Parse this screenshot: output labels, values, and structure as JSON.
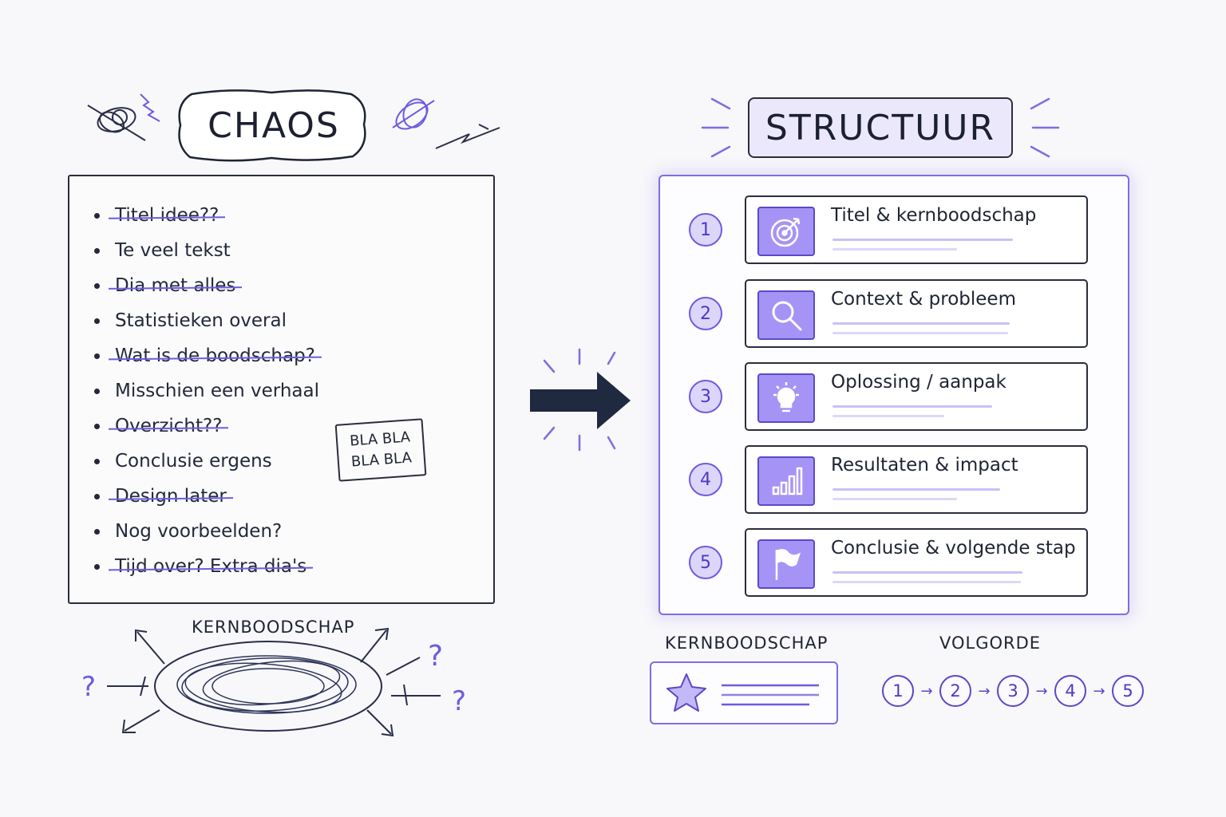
{
  "chaos": {
    "title": "CHAOS",
    "items": [
      {
        "text": "Titel idee??",
        "struck": true
      },
      {
        "text": "Te veel tekst",
        "struck": false
      },
      {
        "text": "Dia met alles",
        "struck": true
      },
      {
        "text": "Statistieken overal",
        "struck": false
      },
      {
        "text": "Wat is de boodschap?",
        "struck": true
      },
      {
        "text": "Misschien een verhaal",
        "struck": false
      },
      {
        "text": "Overzicht??",
        "struck": true
      },
      {
        "text": "Conclusie ergens",
        "struck": false
      },
      {
        "text": "Design later",
        "struck": true
      },
      {
        "text": "Nog voorbeelden?",
        "struck": false
      },
      {
        "text": "Tijd over? Extra dia's",
        "struck": true
      }
    ],
    "bla_line1": "BLA BLA",
    "bla_line2": "BLA BLA",
    "kernboodschap_label": "KERNBOODSCHAP"
  },
  "structuur": {
    "title": "STRUCTUUR",
    "steps": [
      {
        "num": "1",
        "label": "Titel & kernboodschap",
        "icon": "target-icon"
      },
      {
        "num": "2",
        "label": "Context & probleem",
        "icon": "magnifier-icon"
      },
      {
        "num": "3",
        "label": "Oplossing / aanpak",
        "icon": "lightbulb-icon"
      },
      {
        "num": "4",
        "label": "Resultaten & impact",
        "icon": "bar-chart-icon"
      },
      {
        "num": "5",
        "label": "Conclusie & volgende stap",
        "icon": "flag-icon"
      }
    ],
    "kernboodschap_label": "KERNBOODSCHAP",
    "volgorde_label": "VOLGORDE",
    "sequence": [
      "1",
      "2",
      "3",
      "4",
      "5"
    ]
  },
  "colors": {
    "accent": "#6c5ce0",
    "accent_light": "#a594f5",
    "ink": "#1f2433",
    "arrow": "#1f2940"
  }
}
